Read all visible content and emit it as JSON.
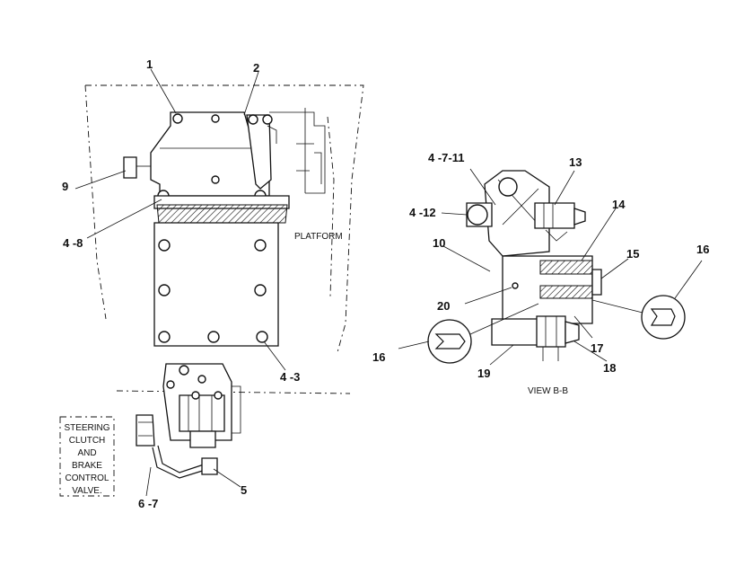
{
  "labels": {
    "l1": "1",
    "l2": "2",
    "l9": "9",
    "l4_8": "4 -8",
    "platform": "PLATFORM",
    "l4_3": "4 -3",
    "l5": "5",
    "l6_7": "6 -7",
    "l4_7_11": "4 -7-11",
    "l13": "13",
    "l4_12": "4 -12",
    "l14": "14",
    "l10": "10",
    "l15": "15",
    "l16_right": "16",
    "l20": "20",
    "l16_left": "16",
    "l17": "17",
    "l19": "19",
    "l18": "18",
    "view": "VIEW  B-B"
  },
  "valve_caption": [
    "STEERING",
    "CLUTCH",
    "AND",
    "BRAKE",
    "CONTROL",
    "VALVE."
  ]
}
